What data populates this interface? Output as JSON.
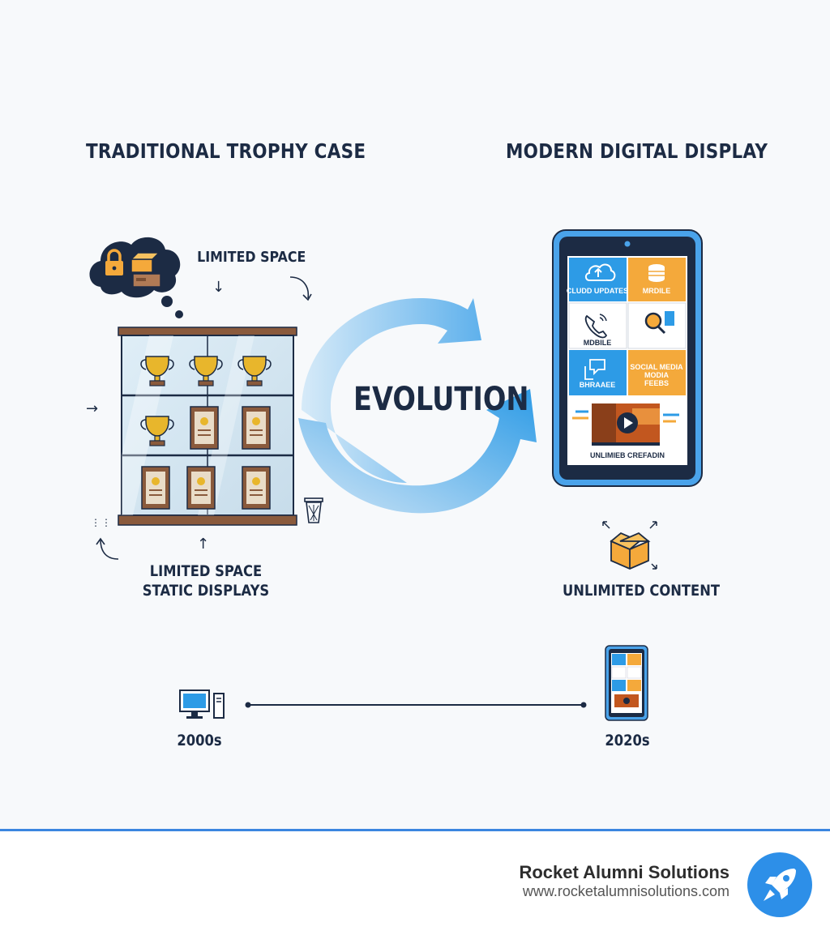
{
  "left": {
    "heading": "TRADITIONAL TROPHY CASE",
    "top_label": "LIMITED SPACE",
    "bottom_label_line1": "LIMITED SPACE",
    "bottom_label_line2": "STATIC DISPLAYS"
  },
  "center": {
    "label": "EVOLUTION"
  },
  "right": {
    "heading": "MODERN DIGITAL DISPLAY",
    "bottom_label": "UNLIMITED CONTENT",
    "tiles": {
      "cloud": "CLUDD UPDATES",
      "media": "MRDILE",
      "phone": "MDBILE",
      "chat": "BHRAAEE",
      "social_line1": "SOCIAL MEDIA",
      "social_line2": "MODIA",
      "social_line3": "FEEBS",
      "video": "UNLIMIEB CREFADIN"
    }
  },
  "timeline": {
    "start": "2000s",
    "end": "2020s"
  },
  "footer": {
    "brand": "Rocket Alumni Solutions",
    "url": "www.rocketalumnisolutions.com"
  },
  "colors": {
    "navy": "#1c2b44",
    "blue": "#2d9be6",
    "orange": "#f4a93b",
    "gold": "#e8b62c",
    "wood": "#8a5a3c",
    "footer_line": "#3b86e0"
  }
}
